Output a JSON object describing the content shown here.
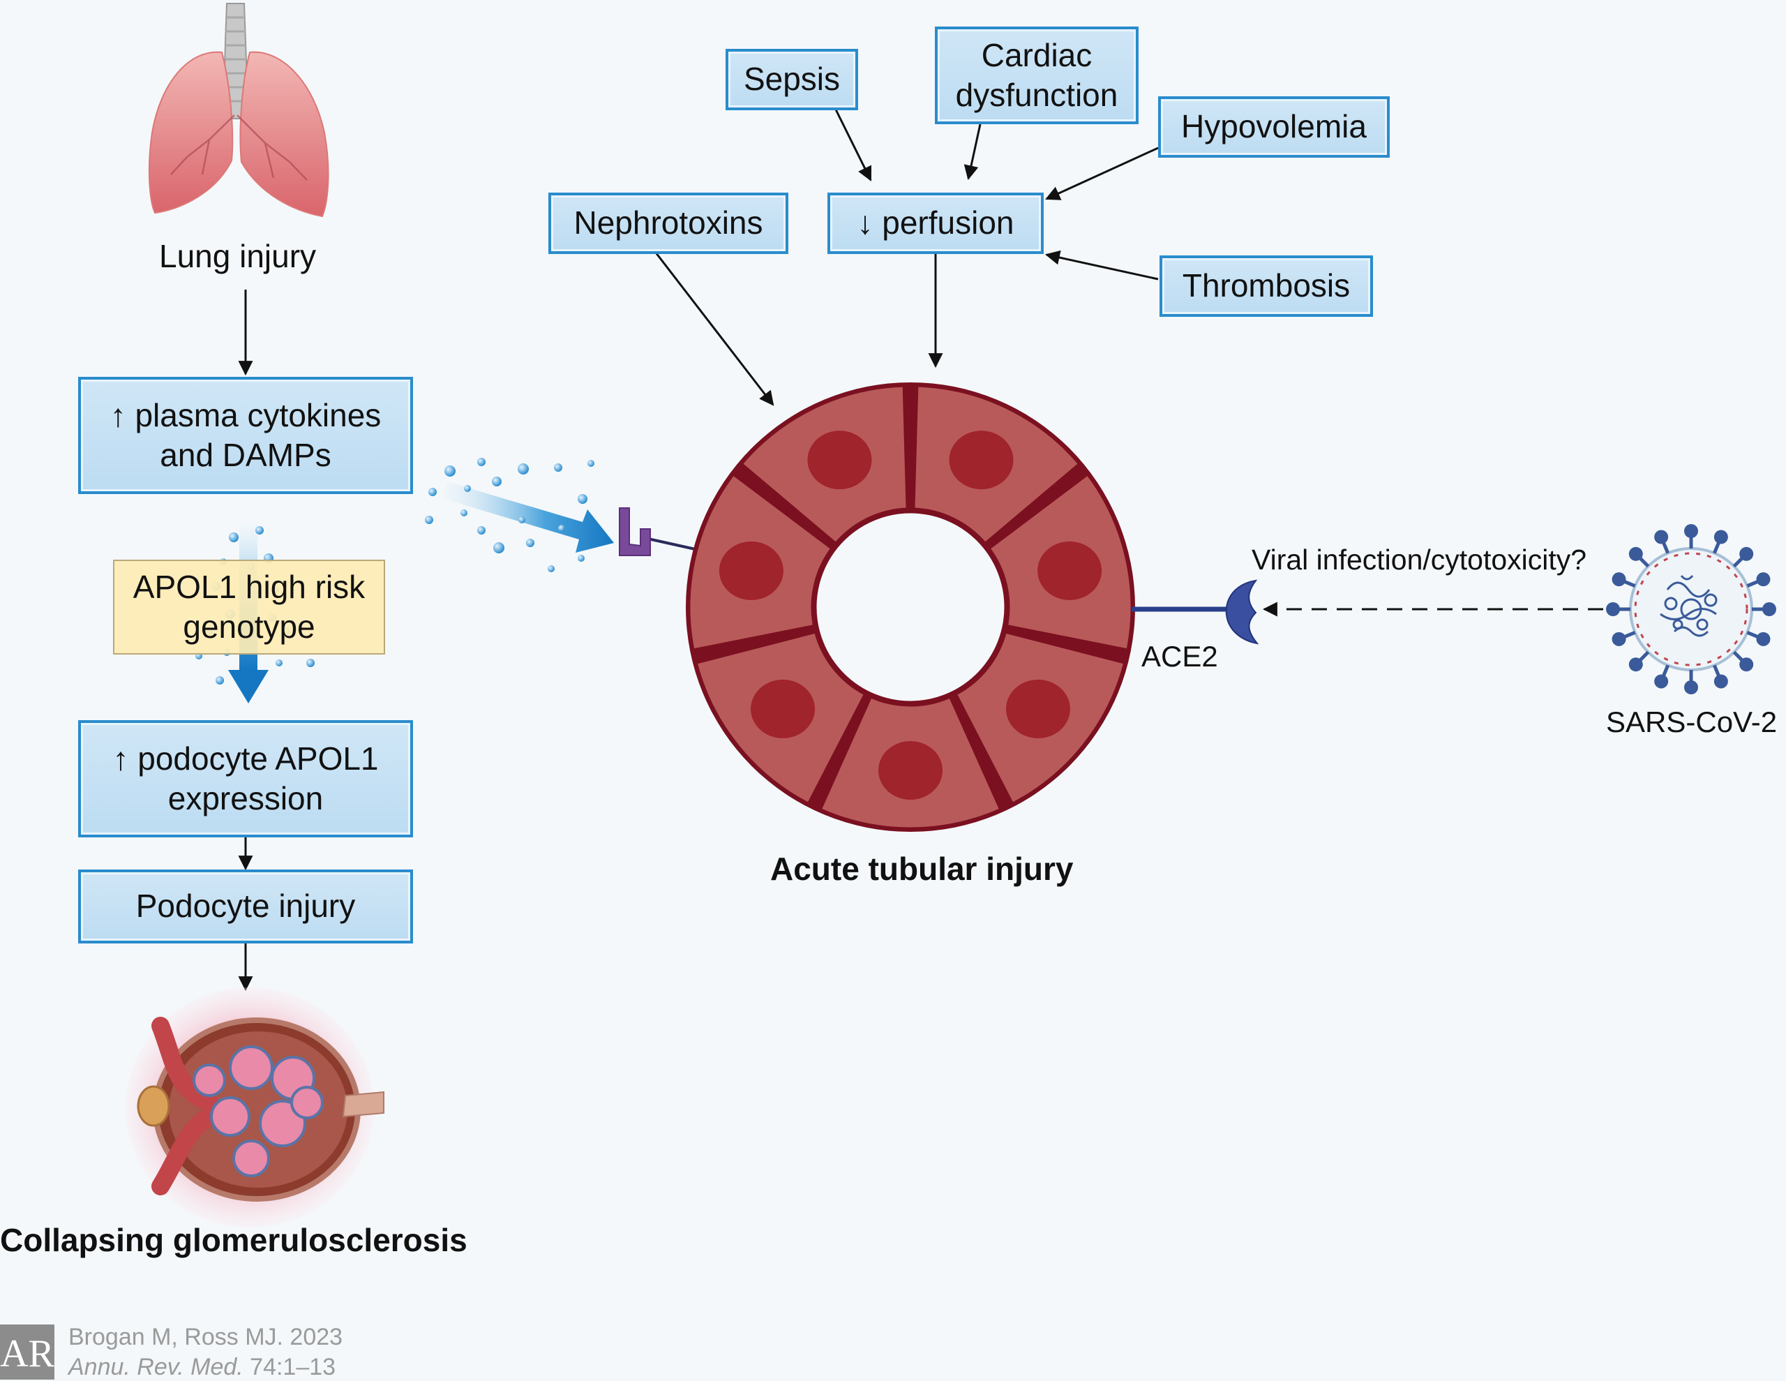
{
  "lung_label": "Lung injury",
  "cytokines_box": {
    "line1": "↑ plasma cytokines",
    "line2": "and DAMPs"
  },
  "apol1_box": {
    "line1": "APOL1 high risk",
    "line2": "genotype"
  },
  "expression_box": {
    "line1": "↑ podocyte APOL1",
    "line2": "expression"
  },
  "podocyte_box": "Podocyte injury",
  "glomerulo_label": "Collapsing glomerulosclerosis",
  "sepsis_box": "Sepsis",
  "cardiac_box": {
    "line1": "Cardiac",
    "line2": "dysfunction"
  },
  "hypovolemia_box": "Hypovolemia",
  "nephrotoxins_box": "Nephrotoxins",
  "perfusion_box": "↓ perfusion",
  "thrombosis_box": "Thrombosis",
  "tubular_label": "Acute tubular injury",
  "ace2_label": "ACE2",
  "viral_label": "Viral infection/cytotoxicity?",
  "virus_label": "SARS-CoV-2",
  "credit": {
    "authors": "Brogan M, Ross MJ. 2023",
    "journal": "Annu. Rev. Med.",
    "citation": " 74:1–13",
    "logo": "AR"
  },
  "colors": {
    "box_border": "#2a8ccd",
    "box_fill": "#c6e1f4",
    "cell_fill": "#b95a5a",
    "nucleus": "#a0242b",
    "cell_outline": "#7a1020",
    "receptor": "#3a4fa0",
    "cytokine_receptor": "#7a4a9a"
  }
}
